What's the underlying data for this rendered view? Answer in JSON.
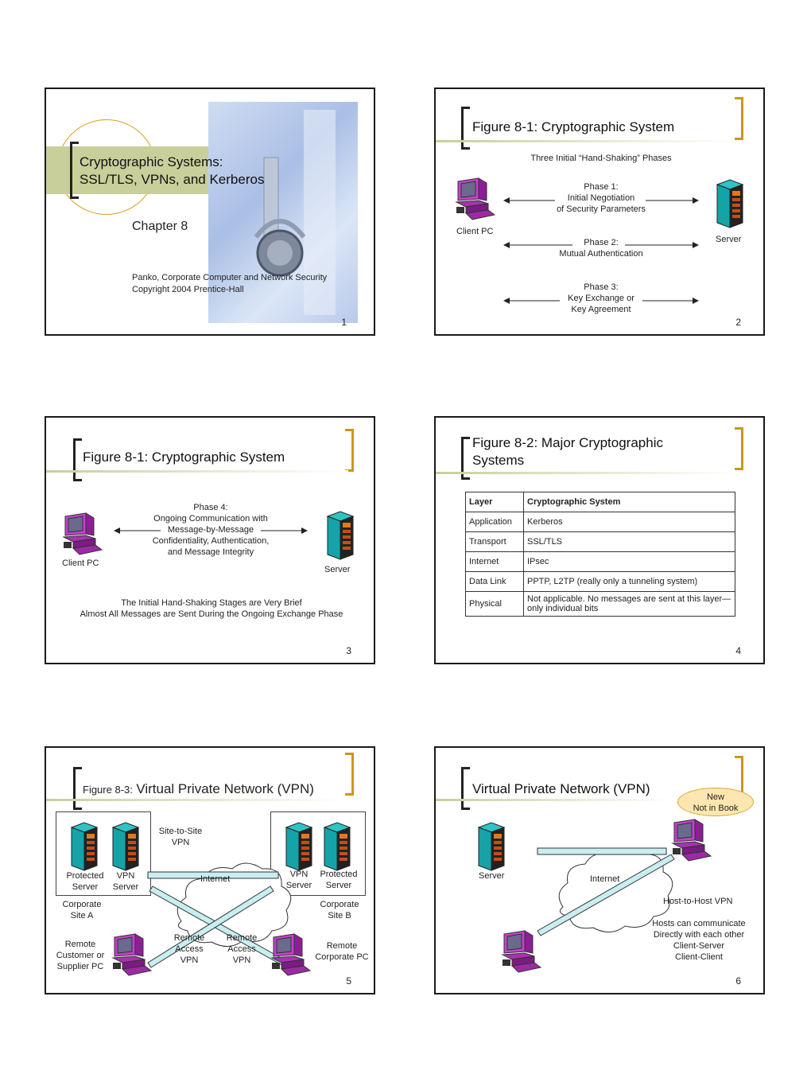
{
  "slide1": {
    "title_line1": "Cryptographic Systems:",
    "title_line2": "SSL/TLS, VPNs, and Kerberos",
    "chapter": "Chapter 8",
    "credit_line1": "Panko, Corporate Computer and Network Security",
    "credit_line2": "Copyright 2004 Prentice-Hall",
    "number": "1"
  },
  "slide2": {
    "title": "Figure 8-1: Cryptographic System",
    "subtitle": "Three Initial “Hand-Shaking” Phases",
    "client_label": "Client PC",
    "server_label": "Server",
    "phase1": [
      "Phase 1:",
      "Initial Negotiation",
      "of Security Parameters"
    ],
    "phase2": [
      "Phase 2:",
      "Mutual Authentication"
    ],
    "phase3": [
      "Phase 3:",
      "Key Exchange or",
      "Key Agreement"
    ],
    "number": "2"
  },
  "slide3": {
    "title": "Figure 8-1: Cryptographic System",
    "phase4": [
      "Phase 4:",
      "Ongoing Communication with",
      "Message-by-Message",
      "Confidentiality, Authentication,",
      "and Message Integrity"
    ],
    "client_label": "Client PC",
    "server_label": "Server",
    "note_line1": "The Initial Hand-Shaking Stages are Very Brief",
    "note_line2": "Almost All Messages are Sent During the Ongoing Exchange Phase",
    "number": "3"
  },
  "slide4": {
    "title_line1": "Figure 8-2: Major Cryptographic",
    "title_line2": "Systems",
    "headers": [
      "Layer",
      "Cryptographic System"
    ],
    "rows": [
      [
        "Application",
        "Kerberos"
      ],
      [
        "Transport",
        "SSL/TLS"
      ],
      [
        "Internet",
        "IPsec"
      ],
      [
        "Data Link",
        "PPTP, L2TP (really only a tunneling system)"
      ],
      [
        "Physical",
        "Not applicable.  No messages are sent at this layer—only individual bits"
      ]
    ],
    "number": "4"
  },
  "slide5": {
    "title_small": "Figure 8-3:",
    "title_large": "Virtual Private Network (VPN)",
    "site_to_site": [
      "Site-to-Site",
      "VPN"
    ],
    "internet": "Internet",
    "left_servers": [
      "Protected",
      "Server",
      "VPN",
      "Server"
    ],
    "right_servers": [
      "VPN",
      "Server",
      "Protected",
      "Server"
    ],
    "site_a": [
      "Corporate",
      "Site A"
    ],
    "site_b": [
      "Corporate",
      "Site B"
    ],
    "remote_left": [
      "Remote",
      "Customer or",
      "Supplier PC"
    ],
    "remote_access_1": [
      "Remote",
      "Access",
      "VPN"
    ],
    "remote_access_2": [
      "Remote",
      "Access",
      "VPN"
    ],
    "remote_right": [
      "Remote",
      "Corporate PC"
    ],
    "number": "5"
  },
  "slide6": {
    "title": "Virtual Private Network (VPN)",
    "badge": [
      "New",
      "Not in Book"
    ],
    "server_label": "Server",
    "internet": "Internet",
    "host_to_host": "Host-to-Host VPN",
    "notes": [
      "Hosts can communicate",
      "Directly with each other",
      "Client-Server",
      "Client-Client"
    ],
    "number": "6"
  },
  "colors": {
    "tunnel": "#c8eef2",
    "server": "#1ea4a8",
    "pc": "#b02bb8",
    "bracket_gold": "#c9981a",
    "title_band": "#c8cf9a"
  }
}
